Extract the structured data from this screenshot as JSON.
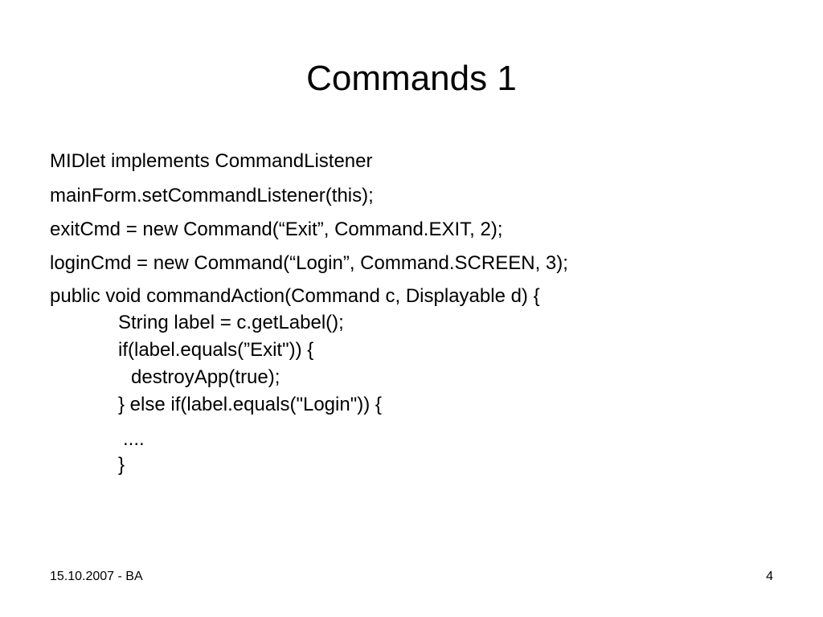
{
  "slide": {
    "title": "Commands 1",
    "lines": [
      "MIDlet implements CommandListener",
      "mainForm.setCommandListener(this);",
      "exitCmd = new Command(“Exit”, Command.EXIT, 2);",
      "loginCmd = new Command(“Login”, Command.SCREEN, 3);",
      "public void commandAction(Command c, Displayable d) {"
    ],
    "code": [
      "String label = c.getLabel();",
      "if(label.equals(”Exit\")) {",
      "destroyApp(true);",
      "} else if(label.equals(\"Login\")) {",
      "....",
      "}"
    ],
    "footer": {
      "date_author": "15.10.2007 - BA",
      "page_number": "4"
    }
  }
}
